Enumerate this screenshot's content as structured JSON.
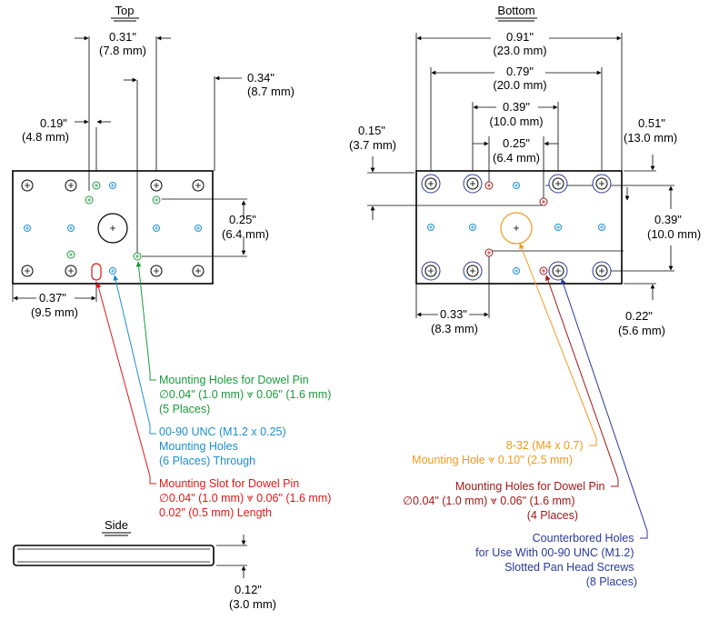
{
  "colors": {
    "green": "#1a9a3a",
    "cyan": "#1c8fd0",
    "red": "#e01818",
    "darkred": "#a01818",
    "orange": "#f09a20",
    "navy": "#2a3a9a",
    "line": "#000000"
  },
  "titles": {
    "top": "Top",
    "bottom": "Bottom",
    "side": "Side"
  },
  "top_dims": {
    "d031_in": "0.31\"",
    "d031_mm": "(7.8 mm)",
    "d034_in": "0.34\"",
    "d034_mm": "(8.7 mm)",
    "d019_in": "0.19\"",
    "d019_mm": "(4.8 mm)",
    "d025_in": "0.25\"",
    "d025_mm": "(6.4 mm)",
    "d037_in": "0.37\"",
    "d037_mm": "(9.5 mm)"
  },
  "bottom_dims": {
    "d091_in": "0.91\"",
    "d091_mm": "(23.0 mm)",
    "d079_in": "0.79\"",
    "d079_mm": "(20.0 mm)",
    "d039a_in": "0.39\"",
    "d039a_mm": "(10.0 mm)",
    "d025_in": "0.25\"",
    "d025_mm": "(6.4 mm)",
    "d015_in": "0.15\"",
    "d015_mm": "(3.7 mm)",
    "d051_in": "0.51\"",
    "d051_mm": "(13.0 mm)",
    "d039b_in": "0.39\"",
    "d039b_mm": "(10.0 mm)",
    "d033_in": "0.33\"",
    "d033_mm": "(8.3 mm)",
    "d022_in": "0.22\"",
    "d022_mm": "(5.6 mm)"
  },
  "side_dims": {
    "d012_in": "0.12\"",
    "d012_mm": "(3.0 mm)"
  },
  "callouts": {
    "dowel_top": [
      "Mounting Holes for Dowel Pin",
      "∅0.04\" (1.0 mm) ⩔ 0.06\" (1.6 mm)",
      "(5 Places)"
    ],
    "unc": [
      "00-90 UNC (M1.2 x 0.25)",
      "Mounting Holes",
      "(6 Places) Through"
    ],
    "slot": [
      "Mounting Slot for Dowel Pin",
      "∅0.04\" (1.0 mm) ⩔ 0.06\" (1.6 mm)",
      "0.02\" (0.5 mm) Length"
    ],
    "m4": [
      "8-32 (M4 x 0.7)",
      "Mounting Hole ⩔ 0.10\" (2.5 mm)"
    ],
    "dowel_bottom": [
      "Mounting Holes for Dowel Pin",
      "∅0.04\" (1.0 mm) ⩔ 0.06\" (1.6 mm)",
      "(4 Places)"
    ],
    "cbore": [
      "Counterbored Holes",
      "for Use With 00-90 UNC (M1.2)",
      "Slotted Pan Head Screws",
      "(8 Places)"
    ]
  }
}
